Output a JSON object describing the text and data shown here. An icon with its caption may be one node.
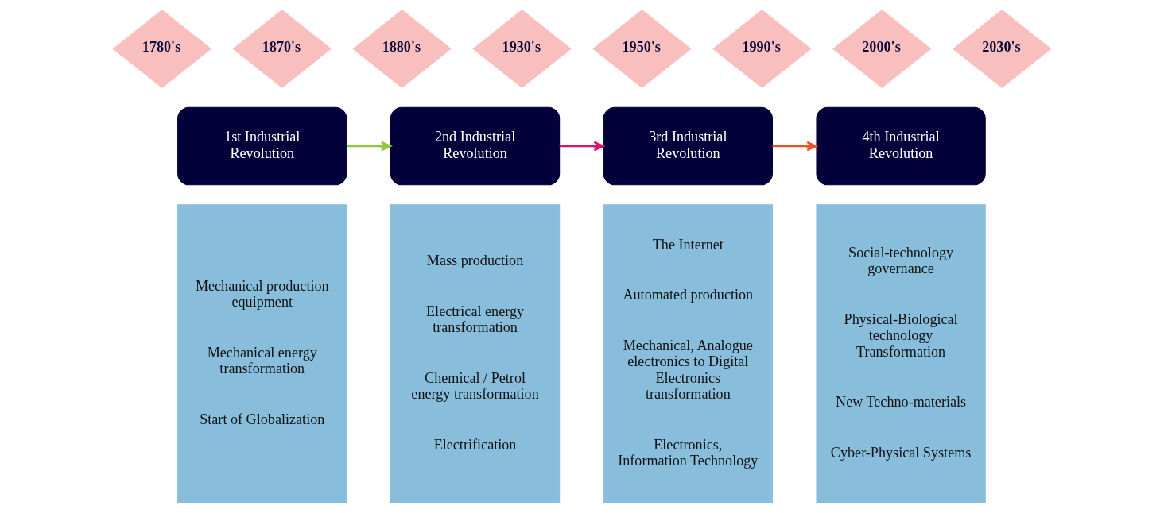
{
  "diagram": {
    "nodes": [
      {
        "text": [
          "1780's"
        ]
      },
      {
        "text": [
          "1870's"
        ]
      },
      {
        "text": [
          "1880's"
        ]
      },
      {
        "text": [
          "1930's"
        ]
      },
      {
        "text": [
          "1950's"
        ]
      },
      {
        "text": [
          "1990's"
        ]
      },
      {
        "text": [
          "2000's"
        ]
      },
      {
        "text": [
          "2030's"
        ]
      },
      {
        "text": [
          "1st Industrial Revolution"
        ]
      },
      {
        "text": [
          "2nd Industrial Revolution"
        ]
      },
      {
        "text": [
          "3rd Industrial Revolution"
        ]
      },
      {
        "text": [
          "4th Industrial Revolution"
        ]
      },
      {
        "text": [
          "Mechanical production equipment",
          "Mechanical energy transformation",
          "Start of Globalization"
        ]
      },
      {
        "text": [
          "Mass production",
          "Electrical energy transformation",
          "Chemical / Petrol energy transformation",
          "Electrification"
        ]
      },
      {
        "text": [
          "The Internet",
          "Automated production",
          "Mechanical, Analogue electronics to Digital Electronics transformation",
          "Electronics, Information Technology"
        ]
      },
      {
        "text": [
          "Social-technology governance",
          "Physical-Biological technology Transformation",
          "New Techno-materials",
          "Cyber-Physical Systems"
        ]
      }
    ],
    "edges": [
      {
        "from": 8,
        "to": 9,
        "arrow": "to",
        "color": "#8dc63f"
      },
      {
        "from": 9,
        "to": 10,
        "arrow": "to",
        "color": "#d6156b"
      },
      {
        "from": 10,
        "to": 11,
        "arrow": "to",
        "color": "#ee5122"
      }
    ]
  }
}
